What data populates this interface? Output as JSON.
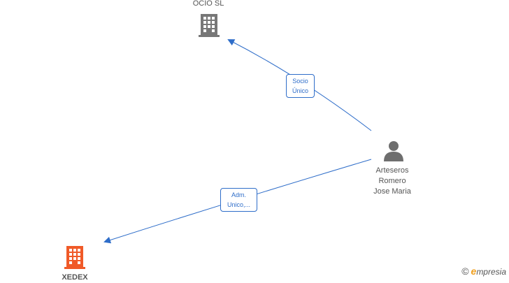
{
  "nodes": {
    "company_top": {
      "name": "OCIO  SL"
    },
    "person": {
      "lines": [
        "Arteseros",
        "Romero",
        "Jose Maria"
      ]
    },
    "company_bottom": {
      "name": "XEDEX"
    }
  },
  "edges": {
    "to_top": {
      "lines": [
        "Socio",
        "Único"
      ]
    },
    "to_bottom": {
      "lines": [
        "Adm.",
        "Unico,..."
      ]
    }
  },
  "colors": {
    "edge": "#2e6dc9",
    "company_gray": "#777777",
    "company_orange": "#f05a28",
    "person_gray": "#6e6e6e"
  },
  "brand": {
    "copyright": "©",
    "initial": "e",
    "name": "mpresia"
  }
}
